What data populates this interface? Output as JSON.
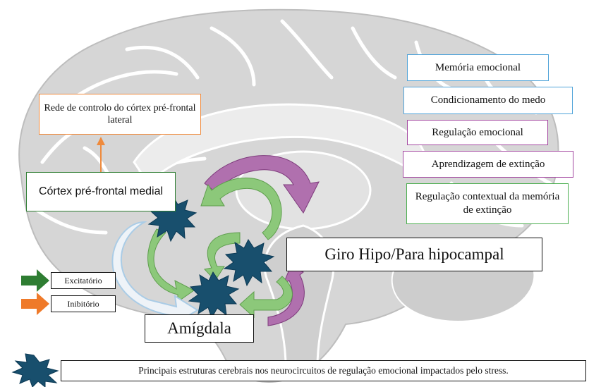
{
  "colors": {
    "brain_fill": "#d6d6d6",
    "brain_dark": "#bdbdbd",
    "sulcus": "#ffffff",
    "star": "#184f6d",
    "green_arrow": "#8cc87a",
    "purple_arrow": "#b070ae",
    "blue_arrow": "#aacce6",
    "excit_arrow": "#2e7d32",
    "inhib_arrow": "#ef7a2a",
    "blue_border": "#4fa3d9",
    "purple_border": "#a347a0",
    "green_border": "#4caf50",
    "orange_border": "#ef8a3c"
  },
  "labels": {
    "lateral_pfc": "Rede de controlo do córtex pré-frontal  lateral",
    "medial_pfc": "Córtex pré-frontal medial",
    "hippocampal": "Giro Hipo/Para hipocampal",
    "amygdala": "Amígdala"
  },
  "functions": [
    {
      "text": "Memória emocional",
      "color": "blue"
    },
    {
      "text": "Condicionamento do medo",
      "color": "blue"
    },
    {
      "text": "Regulação emocional",
      "color": "purple"
    },
    {
      "text": "Aprendizagem de extinção",
      "color": "purple"
    },
    {
      "text": "Regulação contextual da memória de extinção",
      "color": "green"
    }
  ],
  "legend": {
    "excitatory": "Excitatório",
    "inhibitory": "Inibitório",
    "stars_caption": "Principais estruturas cerebrais nos neurocircuitos de regulação emocional impactados pelo stress."
  },
  "icons": [
    "brain-outline",
    "star-burst",
    "arrow"
  ]
}
